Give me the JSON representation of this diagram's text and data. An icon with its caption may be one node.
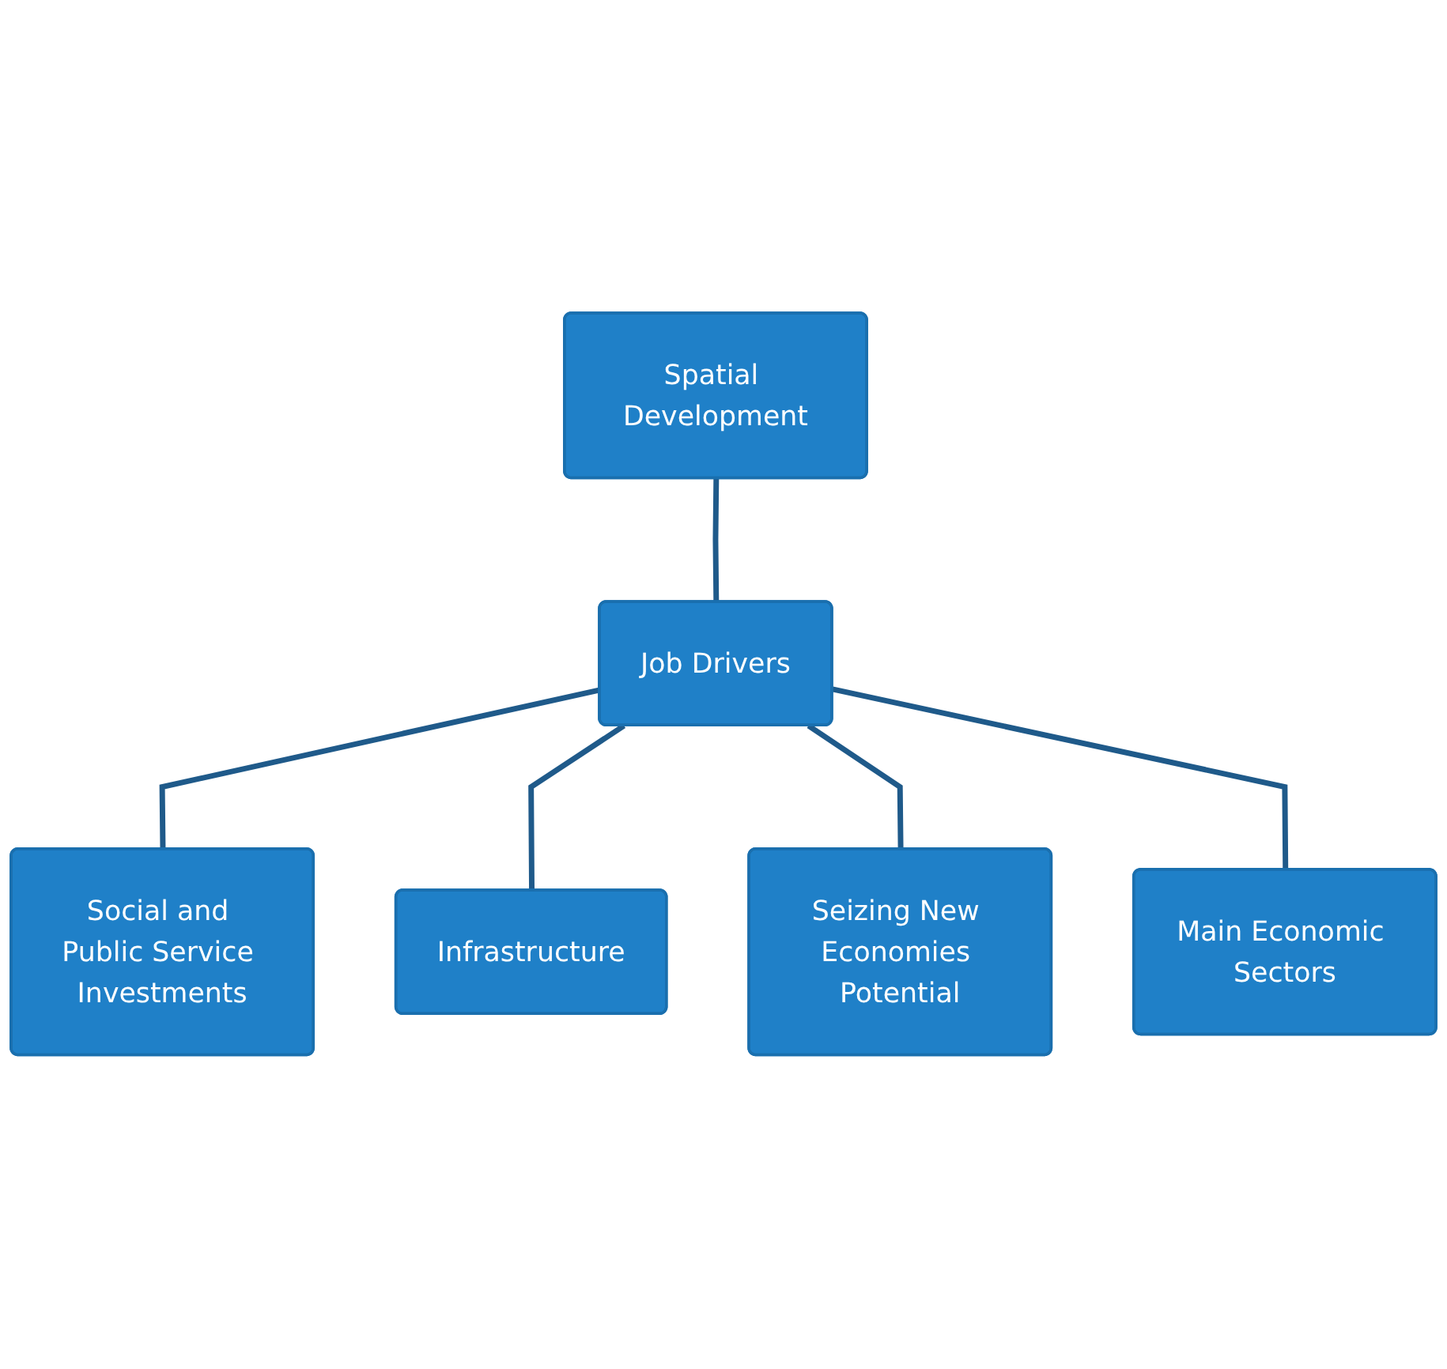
{
  "diagram": {
    "nodes": [
      {
        "text": [
          "Spatial Development"
        ]
      },
      {
        "text": [
          "Social and Public Service Investments"
        ]
      },
      {
        "text": [
          "Job Drivers"
        ]
      },
      {
        "text": [
          "Infrastructure"
        ]
      },
      {
        "text": [
          "Seizing New Economies Potential"
        ]
      },
      {
        "text": [
          "Main Economic Sectors"
        ]
      }
    ],
    "edges": [
      {
        "from": 0,
        "to": 2,
        "arrow": "none"
      },
      {
        "from": 2,
        "to": 1,
        "arrow": "none"
      },
      {
        "from": 2,
        "to": 3,
        "arrow": "none"
      },
      {
        "from": 2,
        "to": 4,
        "arrow": "none"
      },
      {
        "from": 2,
        "to": 5,
        "arrow": "none"
      }
    ]
  }
}
